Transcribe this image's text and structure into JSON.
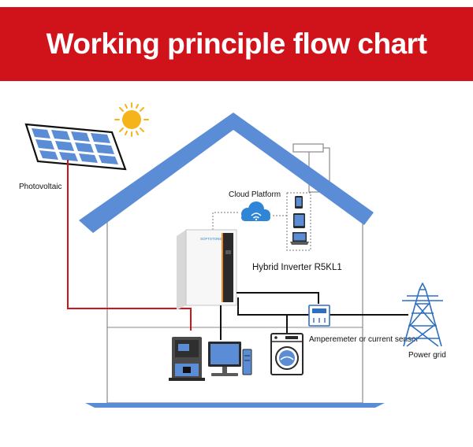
{
  "title": "Working principle flow chart",
  "labels": {
    "photovoltaic": "Photovoltaic",
    "cloud_platform": "Cloud Platform",
    "hybrid_inverter": "Hybrid Inverter R5KL1",
    "amperemeter": "Amperemeter or current sensor",
    "power_grid": "Power grid",
    "inverter_brand": "SOFTSTONE"
  },
  "colors": {
    "banner": "#d0121b",
    "roof": "#5b8dd6",
    "wall_outline": "#8a8a8a",
    "dc_line": "#d0121b",
    "ac_line": "#111111",
    "cloud": "#2f86d6",
    "sun": "#f4b41a"
  },
  "icons": [
    "solar-panel-icon",
    "sun-icon",
    "cloud-wifi-icon",
    "phone-icon",
    "tablet-icon",
    "laptop-icon",
    "inverter-icon",
    "battery-icon",
    "computer-icon",
    "washing-machine-icon",
    "meter-icon",
    "power-tower-icon"
  ]
}
